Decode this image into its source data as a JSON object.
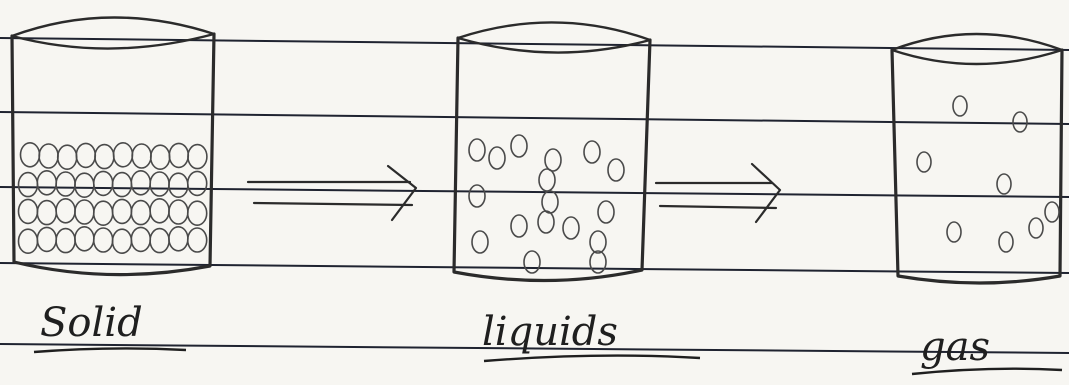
{
  "diagram": {
    "states": [
      {
        "id": "solid",
        "label": "Solid"
      },
      {
        "id": "liquid",
        "label": "liquids"
      },
      {
        "id": "gas",
        "label": "gas"
      }
    ],
    "transitions": [
      {
        "from": "solid",
        "to": "liquid"
      },
      {
        "from": "liquid",
        "to": "gas"
      }
    ]
  }
}
